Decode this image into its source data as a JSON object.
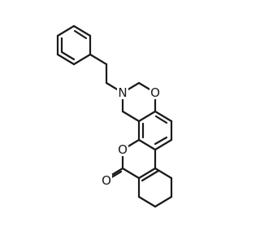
{
  "molecule": {
    "atom_labels": {
      "nitrogen": "N",
      "ring_oxygen": "O",
      "lactone_oxygen": "O",
      "carbonyl_oxygen": "O"
    },
    "colors": {
      "bond": "#1a1a1a",
      "nitrogen": "#1a1a1a",
      "oxygen": "#1a1a1a",
      "background": "#ffffff"
    }
  }
}
